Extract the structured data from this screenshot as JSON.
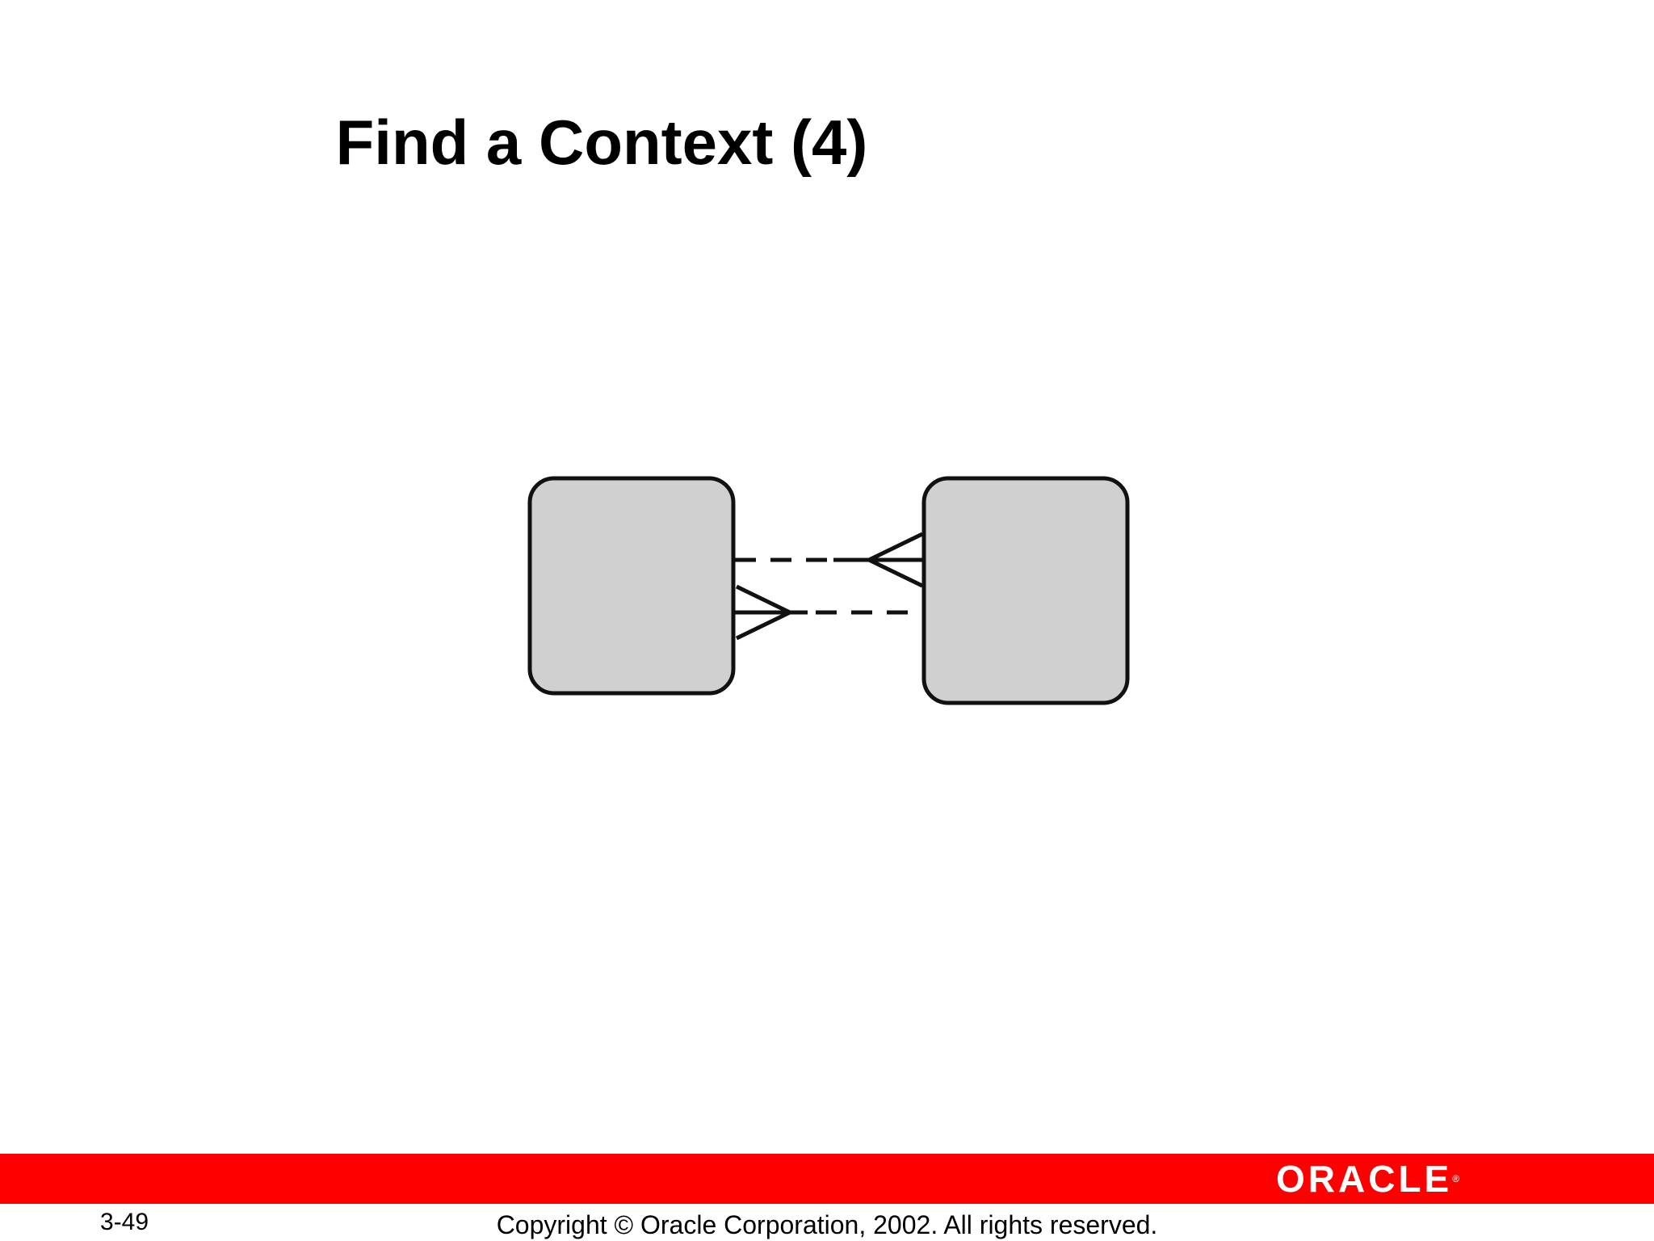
{
  "slide": {
    "title": "Find a Context (4)"
  },
  "diagram": {
    "entities": [
      {
        "id": "left-entity",
        "fill": "#d0d0d0",
        "stroke": "#111111"
      },
      {
        "id": "right-entity",
        "fill": "#d0d0d0",
        "stroke": "#111111"
      }
    ],
    "relationships": [
      {
        "name": "upper-relationship",
        "optional_near": "left-entity",
        "many_end": "right-entity"
      },
      {
        "name": "lower-relationship",
        "optional_near": "right-entity",
        "many_end": "left-entity"
      }
    ]
  },
  "footer": {
    "bar_color": "#ff0000",
    "logo_text": "ORACLE",
    "logo_mark": "®",
    "page_number": "3-49",
    "copyright": "Copyright © Oracle Corporation, 2002. All rights reserved."
  }
}
